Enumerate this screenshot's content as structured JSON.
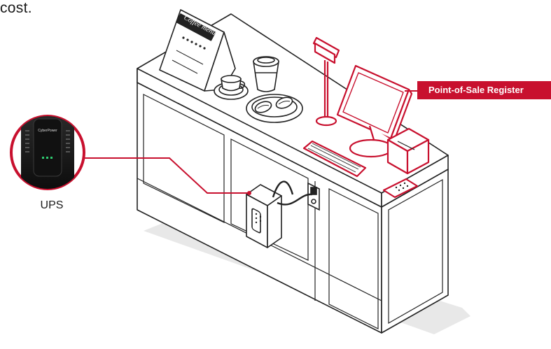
{
  "intro_text": "cost.",
  "labels": {
    "pos_register": "Point-of-Sale Register",
    "ups": "UPS",
    "menu_title": "Coffee menu",
    "ups_brand": "CyberPower"
  },
  "colors": {
    "accent": "#c8102e",
    "outline": "#222222",
    "floor_shadow": "#e6e6e6"
  }
}
